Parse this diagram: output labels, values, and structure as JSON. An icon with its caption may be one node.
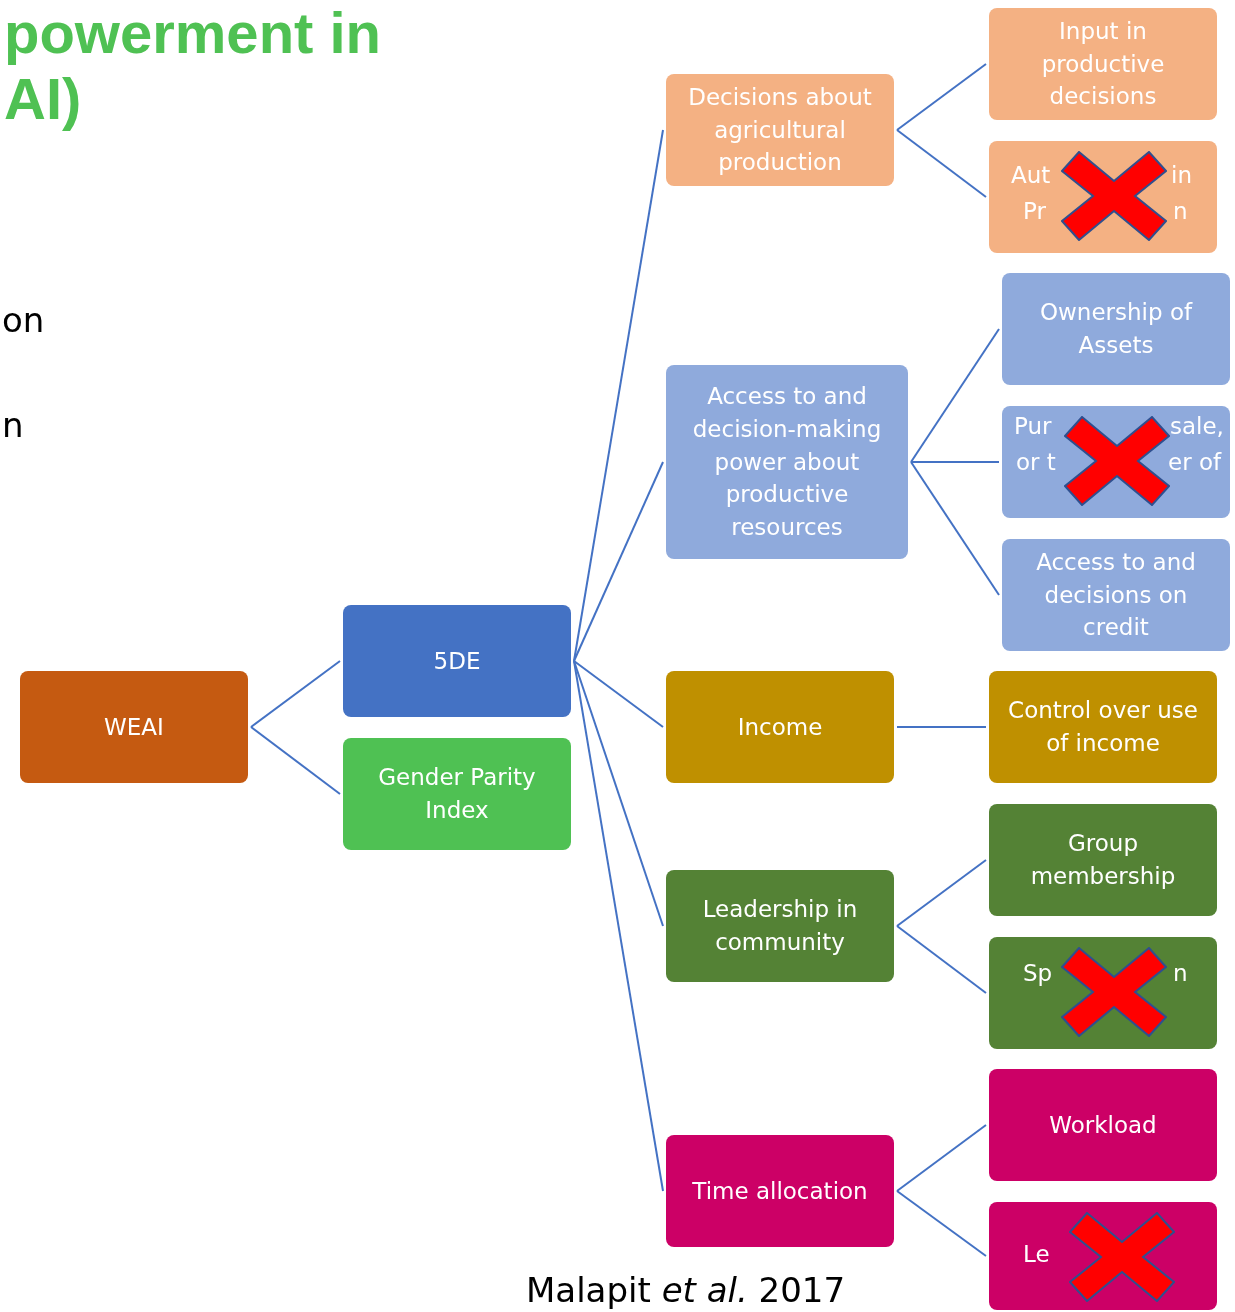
{
  "diagram": {
    "title": "powerment in AI)",
    "nodes": [
      {
        "text": [
          "WEAI"
        ]
      },
      {
        "text": [
          "5DE"
        ]
      },
      {
        "text": [
          "Gender Parity Index"
        ]
      },
      {
        "text": [
          "Decisions about agricultural production"
        ]
      },
      {
        "text": [
          "Access to and decision-making power about productive resources"
        ]
      },
      {
        "text": [
          "Income"
        ]
      },
      {
        "text": [
          "Leadership in community"
        ]
      },
      {
        "text": [
          "Time allocation"
        ]
      },
      {
        "text": [
          "Input in productive decisions"
        ]
      },
      {
        "text": [
          "Aut",
          "in",
          "Pr",
          "n"
        ]
      },
      {
        "text": [
          "Ownership of Assets"
        ]
      },
      {
        "text": [
          "Pur",
          "sale,",
          "or t",
          "er of"
        ]
      },
      {
        "text": [
          "Access to and decisions on credit"
        ]
      },
      {
        "text": [
          "Control over use of income"
        ]
      },
      {
        "text": [
          "Group membership"
        ]
      },
      {
        "text": [
          "Sp",
          "n"
        ]
      },
      {
        "text": [
          "Workload"
        ]
      },
      {
        "text": [
          "Le"
        ]
      }
    ],
    "edges": [
      {
        "from": 0,
        "to": 1,
        "arrow": "none"
      },
      {
        "from": 0,
        "to": 2,
        "arrow": "none"
      },
      {
        "from": 1,
        "to": 3,
        "arrow": "none"
      },
      {
        "from": 1,
        "to": 4,
        "arrow": "none"
      },
      {
        "from": 1,
        "to": 5,
        "arrow": "none"
      },
      {
        "from": 1,
        "to": 6,
        "arrow": "none"
      },
      {
        "from": 1,
        "to": 7,
        "arrow": "none"
      },
      {
        "from": 3,
        "to": 8,
        "arrow": "none"
      },
      {
        "from": 3,
        "to": 9,
        "arrow": "none"
      },
      {
        "from": 4,
        "to": 10,
        "arrow": "none"
      },
      {
        "from": 4,
        "to": 11,
        "arrow": "none"
      },
      {
        "from": 4,
        "to": 12,
        "arrow": "none"
      },
      {
        "from": 5,
        "to": 13,
        "arrow": "none"
      },
      {
        "from": 6,
        "to": 14,
        "arrow": "none"
      },
      {
        "from": 6,
        "to": 15,
        "arrow": "none"
      },
      {
        "from": 7,
        "to": 16,
        "arrow": "none"
      },
      {
        "from": 7,
        "to": 17,
        "arrow": "none"
      }
    ],
    "labels": [
      "on",
      "n",
      "Malapit *et al.* 2017"
    ]
  }
}
